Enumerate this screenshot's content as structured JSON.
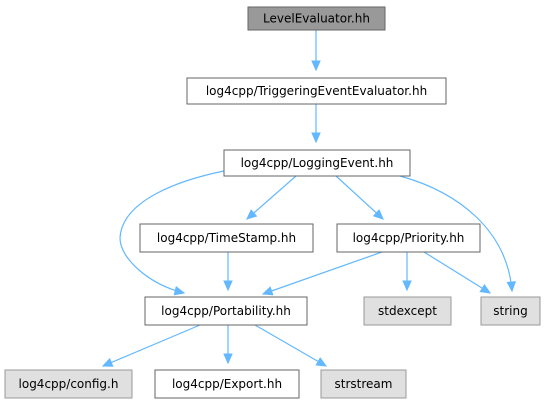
{
  "diagram": {
    "nodes": [
      {
        "id": "level_evaluator",
        "label": "LevelEvaluator.hh",
        "style": "current"
      },
      {
        "id": "triggering_event_evaluator",
        "label": "log4cpp/TriggeringEventEvaluator.hh",
        "style": "normal"
      },
      {
        "id": "logging_event",
        "label": "log4cpp/LoggingEvent.hh",
        "style": "normal"
      },
      {
        "id": "time_stamp",
        "label": "log4cpp/TimeStamp.hh",
        "style": "normal"
      },
      {
        "id": "priority",
        "label": "log4cpp/Priority.hh",
        "style": "normal"
      },
      {
        "id": "portability",
        "label": "log4cpp/Portability.hh",
        "style": "normal"
      },
      {
        "id": "stdexcept",
        "label": "stdexcept",
        "style": "external"
      },
      {
        "id": "string",
        "label": "string",
        "style": "external"
      },
      {
        "id": "config",
        "label": "log4cpp/config.h",
        "style": "external"
      },
      {
        "id": "export",
        "label": "log4cpp/Export.hh",
        "style": "normal"
      },
      {
        "id": "strstream",
        "label": "strstream",
        "style": "external"
      }
    ],
    "edges": [
      {
        "from": "level_evaluator",
        "to": "triggering_event_evaluator"
      },
      {
        "from": "triggering_event_evaluator",
        "to": "logging_event"
      },
      {
        "from": "logging_event",
        "to": "portability"
      },
      {
        "from": "logging_event",
        "to": "time_stamp"
      },
      {
        "from": "logging_event",
        "to": "priority"
      },
      {
        "from": "logging_event",
        "to": "string"
      },
      {
        "from": "time_stamp",
        "to": "portability"
      },
      {
        "from": "priority",
        "to": "portability"
      },
      {
        "from": "priority",
        "to": "stdexcept"
      },
      {
        "from": "priority",
        "to": "string"
      },
      {
        "from": "portability",
        "to": "config"
      },
      {
        "from": "portability",
        "to": "export"
      },
      {
        "from": "portability",
        "to": "strstream"
      }
    ],
    "colors": {
      "current_fill": "#999999",
      "current_stroke": "#666666",
      "normal_fill": "#ffffff",
      "normal_stroke": "#666666",
      "external_fill": "#e0e0e0",
      "external_stroke": "#999999",
      "edge": "#63b8ff"
    }
  }
}
